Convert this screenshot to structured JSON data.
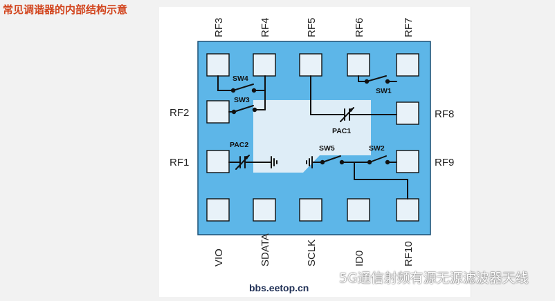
{
  "heading": "常见调谐器的内部结构示意",
  "pins": {
    "top": [
      "RF3",
      "RF4",
      "RF5",
      "RF6",
      "RF7"
    ],
    "left": [
      "RF2",
      "RF1"
    ],
    "right": [
      "RF8",
      "RF9"
    ],
    "bottom": [
      "VIO",
      "SDATA",
      "SCLK",
      "ID0",
      "RF10"
    ]
  },
  "elements": {
    "sw4": "SW4",
    "sw3": "SW3",
    "sw1": "SW1",
    "sw5": "SW5",
    "sw2": "SW2",
    "pac1": "PAC1",
    "pac2": "PAC2"
  },
  "colors": {
    "chip": "#5db6e8",
    "inner": "#deedf7",
    "pad": "#e8f2f9",
    "wire": "#111111",
    "heading": "#d2451e"
  },
  "footer": {
    "site": "bbs.eetop.cn",
    "watermark": "5G通信射频有源无源滤波器天线"
  }
}
